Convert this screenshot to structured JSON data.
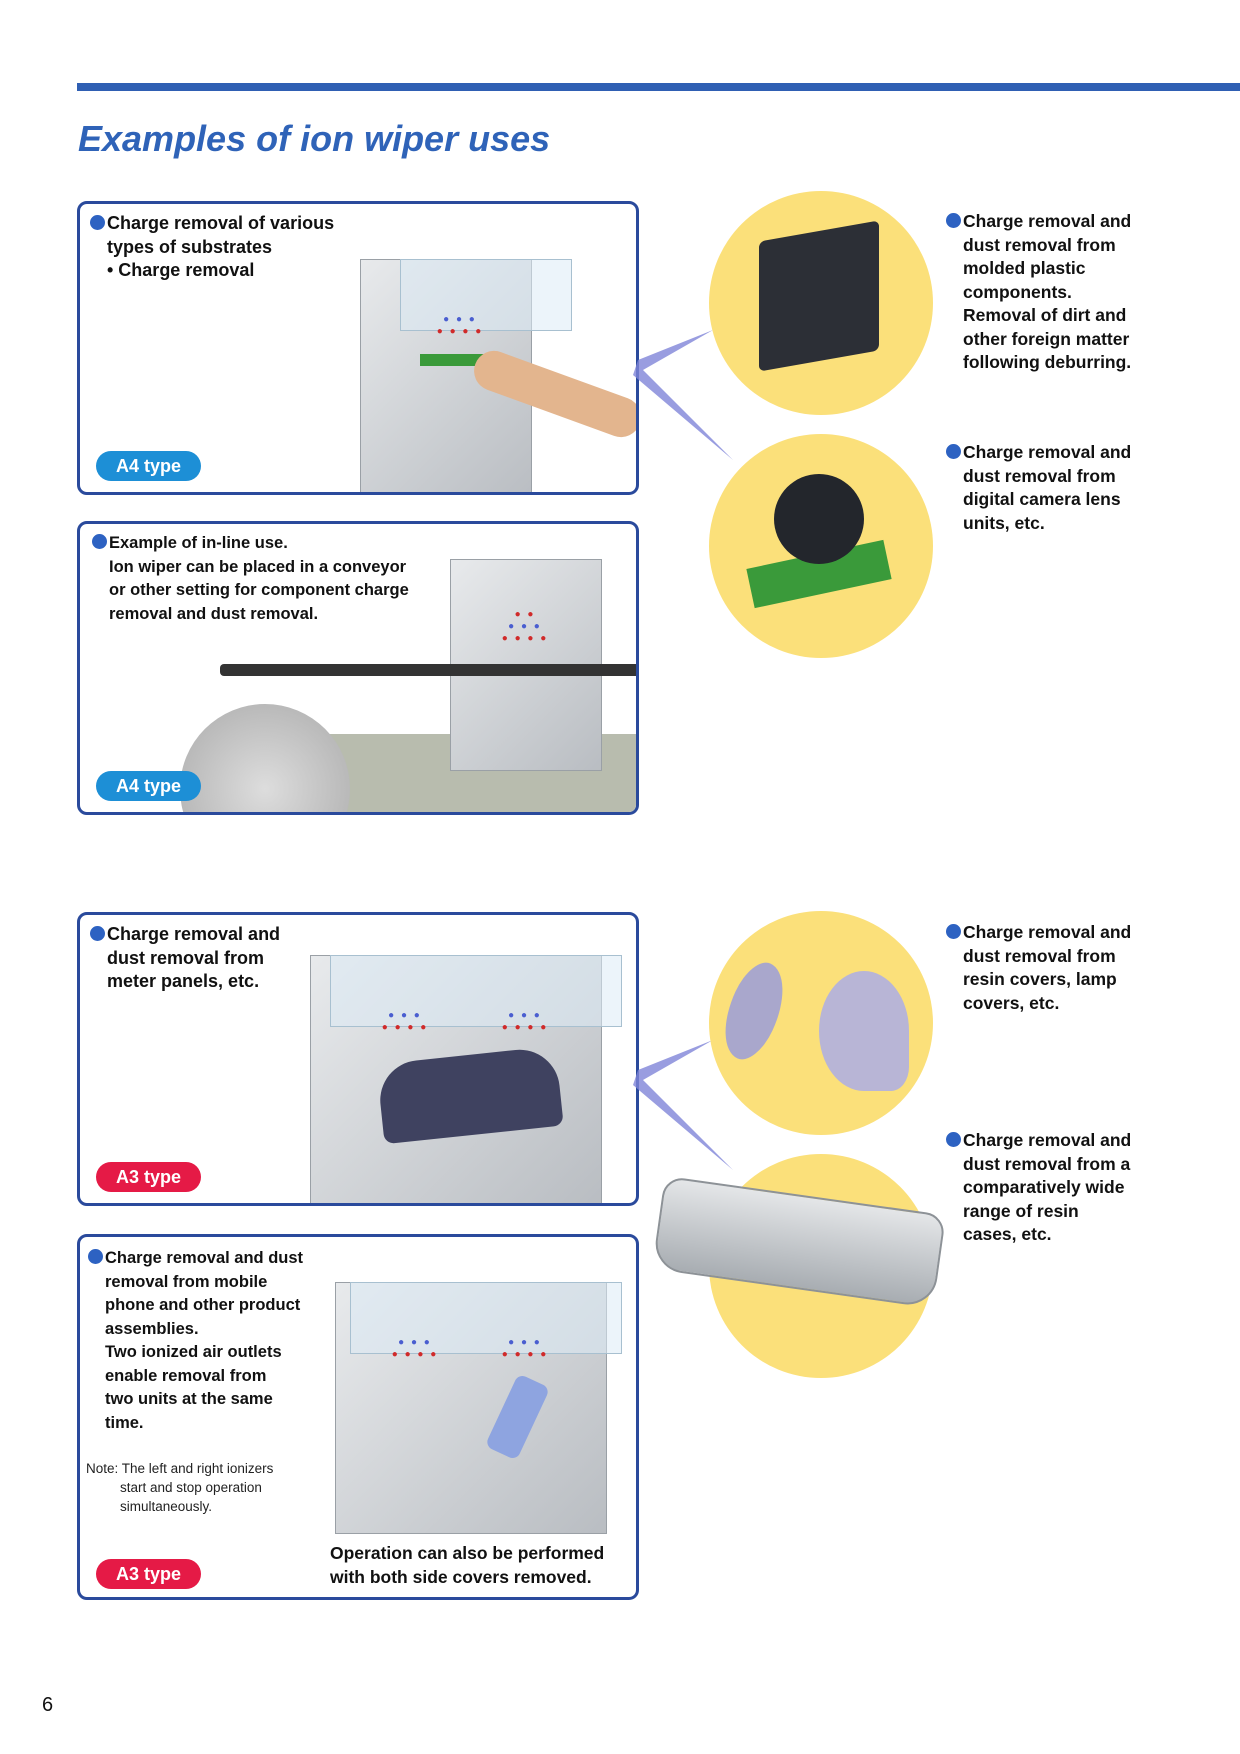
{
  "title": "Examples of ion wiper uses",
  "page_number": "6",
  "panels": [
    {
      "lines": [
        "Charge removal of various",
        "types of substrates",
        "• Charge removal"
      ],
      "badge": "A4 type",
      "badge_color": "#1d8fd6"
    },
    {
      "lines": [
        "Example of in-line use.",
        "Ion wiper can be placed in a conveyor",
        "or other setting for component charge",
        "removal and dust removal."
      ],
      "badge": "A4 type",
      "badge_color": "#1d8fd6"
    },
    {
      "lines": [
        "Charge removal and",
        "dust removal from",
        "meter panels, etc."
      ],
      "badge": "A3 type",
      "badge_color": "#e51a46"
    },
    {
      "lines": [
        "Charge removal and dust",
        "removal from mobile",
        "phone and other product",
        "assemblies.",
        "Two ionized air outlets",
        "enable removal from",
        "two units at the same",
        "time."
      ],
      "note_label": "Note:",
      "note_lines": [
        "The left and right ionizers",
        "start and stop operation",
        "simultaneously."
      ],
      "caption": [
        "Operation can also be performed",
        "with both side covers removed."
      ],
      "badge": "A3 type",
      "badge_color": "#e51a46"
    }
  ],
  "examples": [
    {
      "text": [
        "Charge removal and",
        "dust removal from",
        "molded plastic",
        "components.",
        "Removal of dirt and",
        "other foreign matter",
        "following deburring."
      ]
    },
    {
      "text": [
        "Charge removal and",
        "dust removal from",
        "digital camera lens",
        "units, etc."
      ]
    },
    {
      "text": [
        "Charge removal and",
        "dust removal from",
        "resin covers, lamp",
        "covers, etc."
      ]
    },
    {
      "text": [
        "Charge removal and",
        "dust removal from a",
        "comparatively wide",
        "range of resin",
        "cases, etc."
      ]
    }
  ]
}
